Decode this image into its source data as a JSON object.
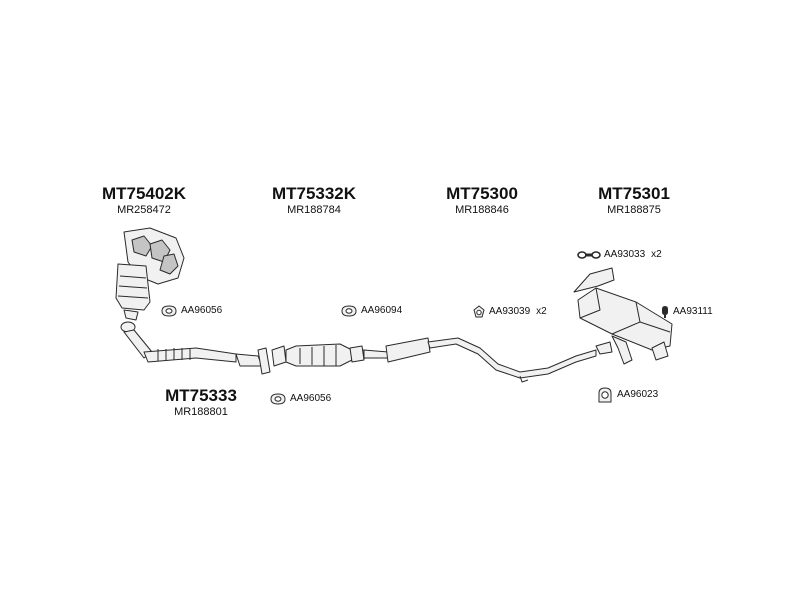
{
  "parts": {
    "manifold": {
      "code": "MT75402K",
      "ref": "MR258472"
    },
    "catalyst": {
      "code": "MT75332K",
      "ref": "MR188784"
    },
    "middle_pipe": {
      "code": "MT75300",
      "ref": "MR188846"
    },
    "rear_silencer": {
      "code": "MT75301",
      "ref": "MR188875"
    },
    "front_pipe": {
      "code": "MT75333",
      "ref": "MR188801"
    }
  },
  "accessories": {
    "gasket_manifold": {
      "label": "AA96056"
    },
    "gasket_catalyst": {
      "label": "AA96094"
    },
    "clamp_middle": {
      "label": "AA93039",
      "qty": "x2"
    },
    "hanger_chain": {
      "label": "AA93033",
      "qty": "x2"
    },
    "rubber_mount": {
      "label": "AA93111"
    },
    "gasket_front_pipe": {
      "label": "AA96056"
    },
    "gasket_rear": {
      "label": "AA96023"
    }
  },
  "colors": {
    "line": "#2a2a2a",
    "fill": "#f1f1f1",
    "shade": "#c4c4c4"
  }
}
